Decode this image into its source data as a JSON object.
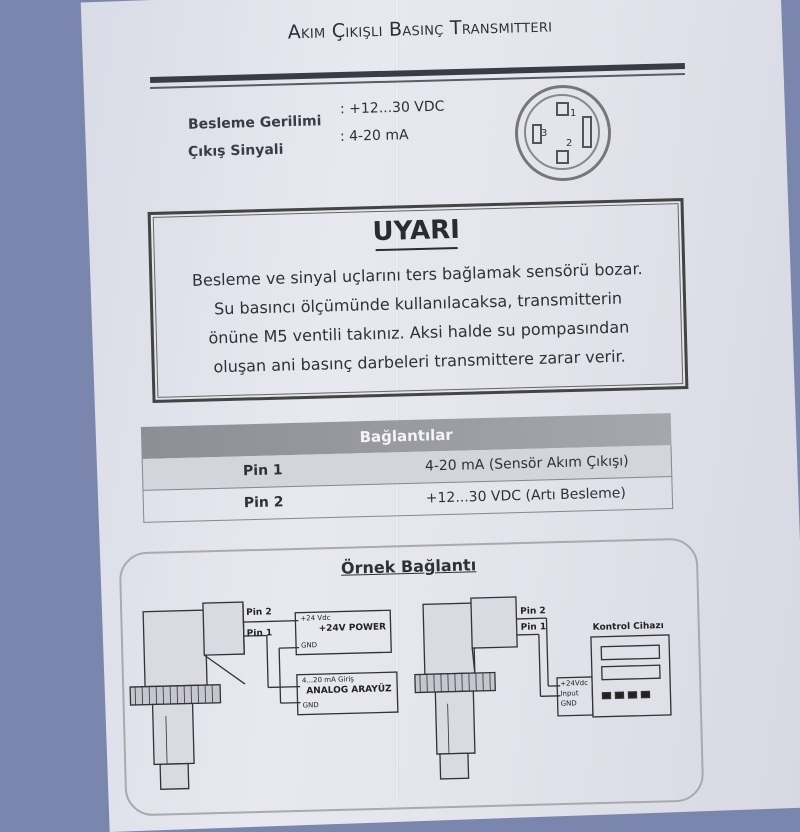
{
  "title": "Akım Çıkışlı Basınç Transmitteri",
  "specs": {
    "supply_label": "Besleme Gerilimi",
    "supply_value": ":  +12...30 VDC",
    "output_label": "Çıkış Sinyali",
    "output_value": ":  4-20 mA"
  },
  "connector": {
    "pin1": "1",
    "pin2": "2",
    "pin3": "3"
  },
  "warning": {
    "title": "UYARI",
    "lines": [
      "Besleme ve sinyal uçlarını ters bağlamak sensörü bozar.",
      "Su basıncı ölçümünde kullanılacaksa, transmitterin",
      "önüne M5 ventili takınız. Aksi halde su pompasından",
      "oluşan ani basınç darbeleri transmittere zarar verir."
    ]
  },
  "connections": {
    "header": "Bağlantılar",
    "rows": [
      {
        "pin": "Pin 1",
        "desc": "4-20 mA (Sensör Akım Çıkışı)"
      },
      {
        "pin": "Pin 2",
        "desc": "+12...30 VDC (Artı Besleme)"
      }
    ]
  },
  "example": {
    "title": "Örnek Bağlantı",
    "left": {
      "pin2": "Pin 2",
      "pin1": "Pin 1",
      "power_vdc": "+24 Vdc",
      "power_name": "+24V POWER",
      "power_gnd": "GND",
      "analog_in": "4...20 mA Giriş",
      "analog_name": "ANALOG ARAYÜZ",
      "analog_gnd": "GND"
    },
    "right": {
      "pin2": "Pin 2",
      "pin1": "Pin 1",
      "device_name": "Kontrol Cihazı",
      "vdc": "+24Vdc",
      "input": "Input",
      "gnd": "GND"
    }
  }
}
